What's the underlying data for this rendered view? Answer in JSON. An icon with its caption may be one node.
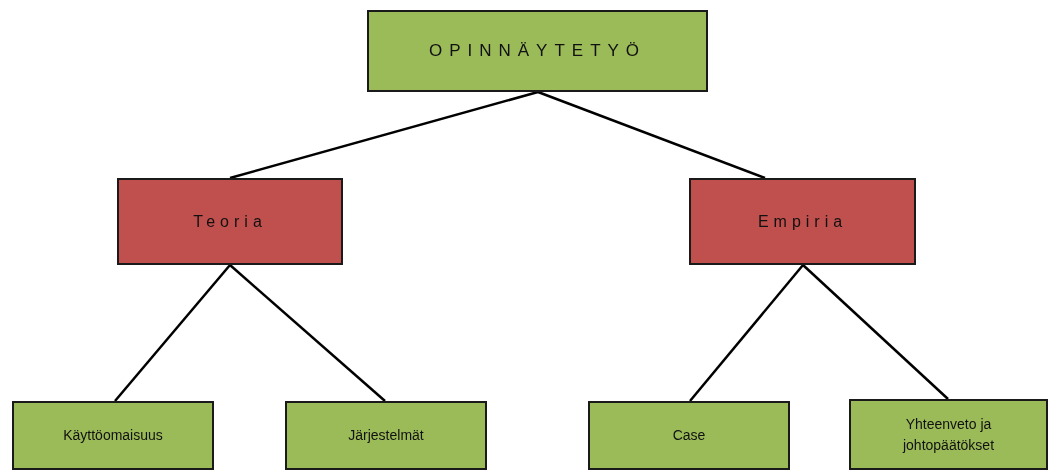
{
  "diagram": {
    "nodes": [
      {
        "text": [
          "OPINNÄYTETYÖ"
        ]
      },
      {
        "text": [
          "Teoria"
        ]
      },
      {
        "text": [
          "Empiria"
        ]
      },
      {
        "text": [
          "Käyttöomaisuus"
        ]
      },
      {
        "text": [
          "Järjestelmät"
        ]
      },
      {
        "text": [
          "Case"
        ]
      },
      {
        "text": [
          "Yhteenveto ja johtopäätökset"
        ]
      }
    ],
    "edges": [
      {
        "from": 0,
        "to": 1,
        "arrow": "none"
      },
      {
        "from": 0,
        "to": 2,
        "arrow": "none"
      },
      {
        "from": 1,
        "to": 3,
        "arrow": "none"
      },
      {
        "from": 1,
        "to": 4,
        "arrow": "none"
      },
      {
        "from": 2,
        "to": 5,
        "arrow": "none"
      },
      {
        "from": 2,
        "to": 6,
        "arrow": "none"
      }
    ]
  }
}
